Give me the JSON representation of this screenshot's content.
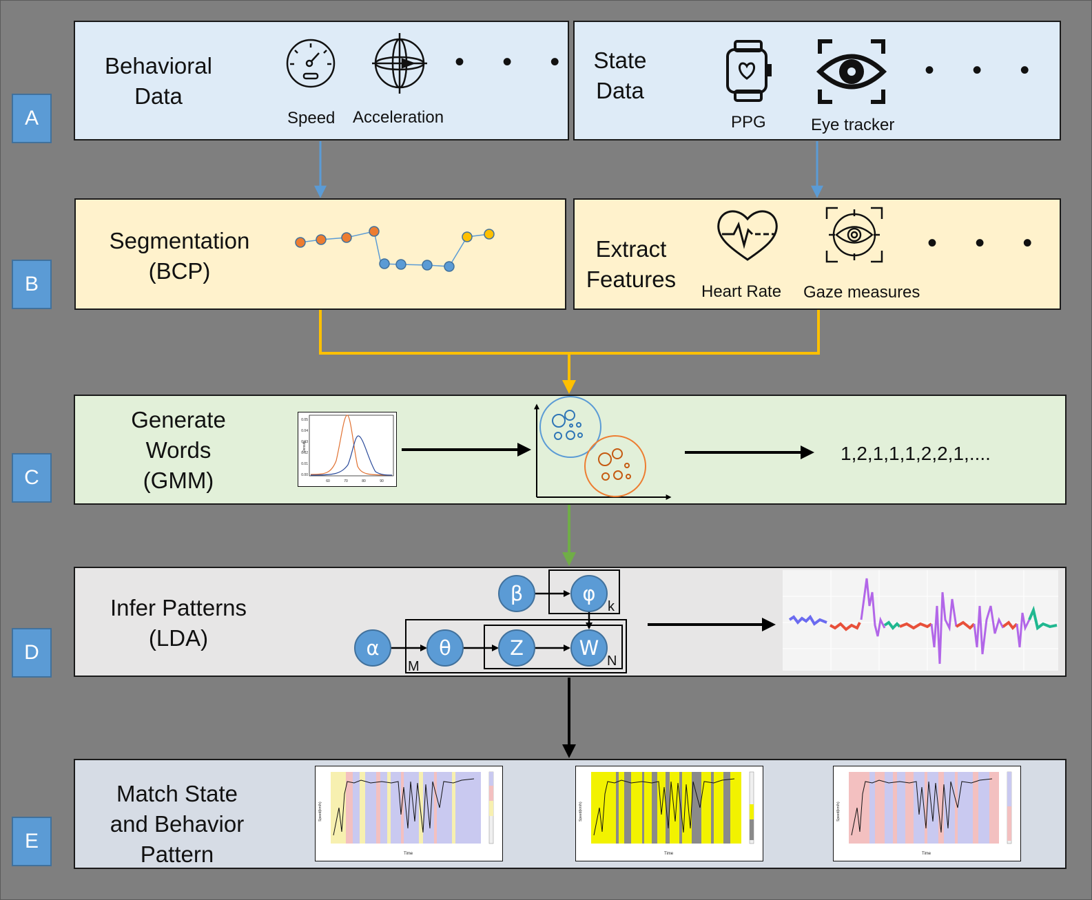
{
  "stages": [
    "A",
    "B",
    "C",
    "D",
    "E"
  ],
  "row_a": {
    "left_title": "Behavioral\nData",
    "speed_label": "Speed",
    "accel_label": "Acceleration",
    "right_title": "State\nData",
    "ppg_label": "PPG",
    "eye_label": "Eye tracker",
    "ellipsis": "• • •"
  },
  "row_b": {
    "left_title": "Segmentation\n(BCP)",
    "right_title": "Extract\nFeatures",
    "heart_label": "Heart Rate",
    "gaze_label": "Gaze measures",
    "ellipsis": "• • •"
  },
  "row_c": {
    "title": "Generate\nWords\n(GMM)",
    "sequence": "1,2,1,1,1,2,2,1,....",
    "density_ylabel": "Density",
    "density_yticks": [
      "0.05",
      "0.04",
      "0.03",
      "0.02",
      "0.01",
      "0.00"
    ],
    "density_xticks": [
      "60",
      "70",
      "80",
      "90"
    ]
  },
  "row_d": {
    "title": "Infer Patterns\n(LDA)",
    "nodes": {
      "alpha": "α",
      "theta": "θ",
      "z": "Z",
      "w": "W",
      "beta": "β",
      "phi": "φ"
    },
    "plates": {
      "m": "M",
      "n": "N",
      "k": "k"
    }
  },
  "row_e": {
    "title": "Match State\nand Behavior\nPattern",
    "plot_ylabel": "Speed(km/h)",
    "plot_xlabel": "Time"
  },
  "colors": {
    "blue_arrow": "#5b9bd5",
    "yellow_arrow": "#ffc000",
    "green_arrow": "#70ad47",
    "node_fill": "#5b9bd5",
    "seg_orange": "#ed7d31",
    "seg_blue": "#5b9bd5",
    "seg_yellow": "#ffc000"
  }
}
